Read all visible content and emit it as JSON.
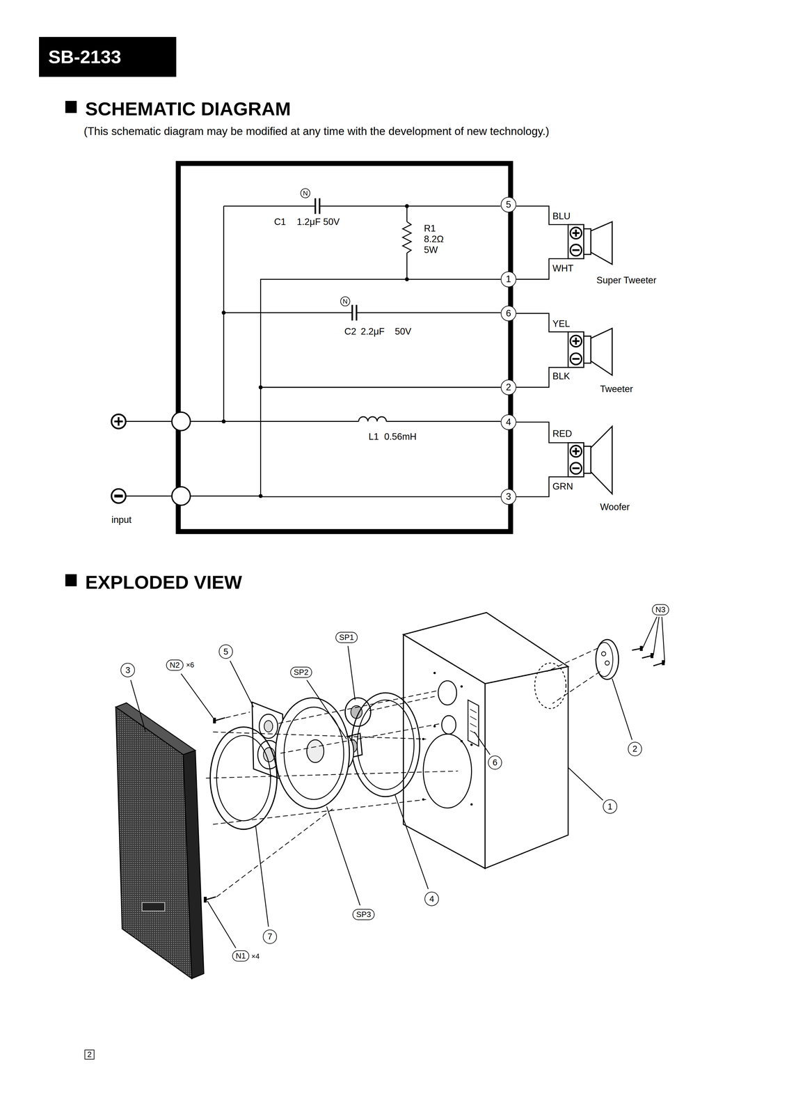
{
  "diagram": {
    "title": "SCHEMATIC DIAGRAM",
    "nodes": [
      {
        "text": [
          "SB-2133"
        ]
      },
      {
        "text": [
          "N"
        ]
      },
      {
        "text": [
          "5"
        ]
      },
      {
        "text": [
          "1"
        ]
      },
      {
        "text": [
          "N"
        ]
      },
      {
        "text": [
          "6"
        ]
      },
      {
        "text": [
          "2"
        ]
      },
      {
        "text": [
          "4"
        ]
      },
      {
        "text": [
          "3"
        ]
      },
      {
        "text": [
          "N3"
        ]
      },
      {
        "text": [
          "SP1"
        ]
      },
      {
        "text": [
          "5"
        ]
      },
      {
        "text": [
          "N2"
        ]
      },
      {
        "text": [
          "3"
        ]
      },
      {
        "text": [
          "SP2"
        ]
      },
      {
        "text": [
          "2"
        ]
      },
      {
        "text": [
          "6"
        ]
      },
      {
        "text": [
          "1"
        ]
      },
      {
        "text": [
          "4"
        ]
      },
      {
        "text": [
          "SP3"
        ]
      },
      {
        "text": [
          "7"
        ]
      },
      {
        "text": [
          "N1"
        ]
      },
      {
        "text": [
          "2"
        ]
      }
    ],
    "edges": [
      {
        "from": 3,
        "to": 6,
        "arrow": "none"
      },
      {
        "from": 6,
        "to": 8,
        "arrow": "none"
      }
    ],
    "labels": [
      "(This schematic diagram may be modified at any time with the development of new technology.)",
      "C1",
      "1.2μF 50V",
      "R1",
      "8.2Ω",
      "5W",
      "C2",
      "2.2μF",
      "50V",
      "L1",
      "0.56mH",
      "BLU",
      "WHT",
      "Super Tweeter",
      "YEL",
      "BLK",
      "Tweeter",
      "RED",
      "GRN",
      "Woofer",
      "input",
      "EXPLODED VIEW",
      "×6",
      "×4"
    ]
  }
}
